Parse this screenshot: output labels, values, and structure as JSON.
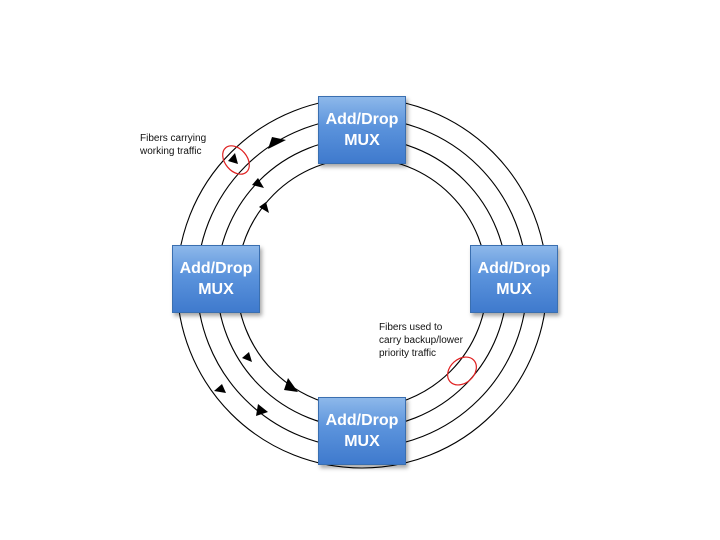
{
  "nodes": [
    {
      "id": "top",
      "line1": "Add/Drop",
      "line2": "MUX"
    },
    {
      "id": "left",
      "line1": "Add/Drop",
      "line2": "MUX"
    },
    {
      "id": "right",
      "line1": "Add/Drop",
      "line2": "MUX"
    },
    {
      "id": "bottom",
      "line1": "Add/Drop",
      "line2": "MUX"
    }
  ],
  "callouts": {
    "working": {
      "line1": "Fibers carrying",
      "line2": "working traffic"
    },
    "backup": {
      "line1": "Fibers used to",
      "line2": "carry backup/lower",
      "line3": "priority traffic"
    }
  },
  "colors": {
    "mux_fill": "#4f8ad6",
    "mux_text": "#ffffff",
    "fiber": "#000000",
    "highlight": "#e02020"
  },
  "fiber_rings": 4
}
